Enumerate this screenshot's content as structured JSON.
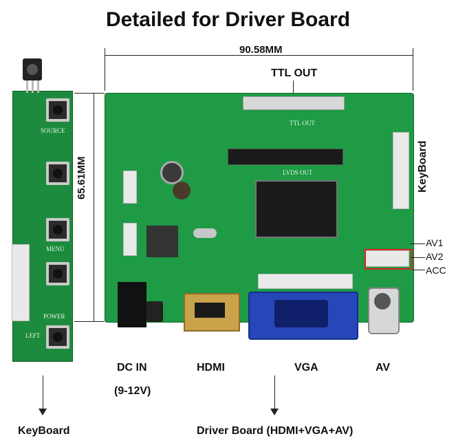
{
  "title": "Detailed for Driver Board",
  "dimensions": {
    "width": "90.58MM",
    "height": "65.61MM"
  },
  "labels": {
    "ttl_out": "TTL OUT",
    "keyboard_side": "KeyBoard",
    "av1": "AV1",
    "av2": "AV2",
    "acc": "ACC",
    "dc_in": "DC IN",
    "dc_voltage": "(9-12V)",
    "hdmi": "HDMI",
    "vga": "VGA",
    "av": "AV",
    "keyboard_bottom": "KeyBoard",
    "driver_board": "Driver Board (HDMI+VGA+AV)"
  },
  "keyboard_silk": {
    "source": "SOURCE",
    "menu": "MENU",
    "power": "POWER",
    "left": "LEFT"
  },
  "board_silk": {
    "ttl_out": "TTL OUT",
    "lvds_out": "LVDS OUT"
  },
  "colors": {
    "pcb": "#1f9a45",
    "vga_blue": "#2747b8",
    "callout_red": "#e02020"
  }
}
